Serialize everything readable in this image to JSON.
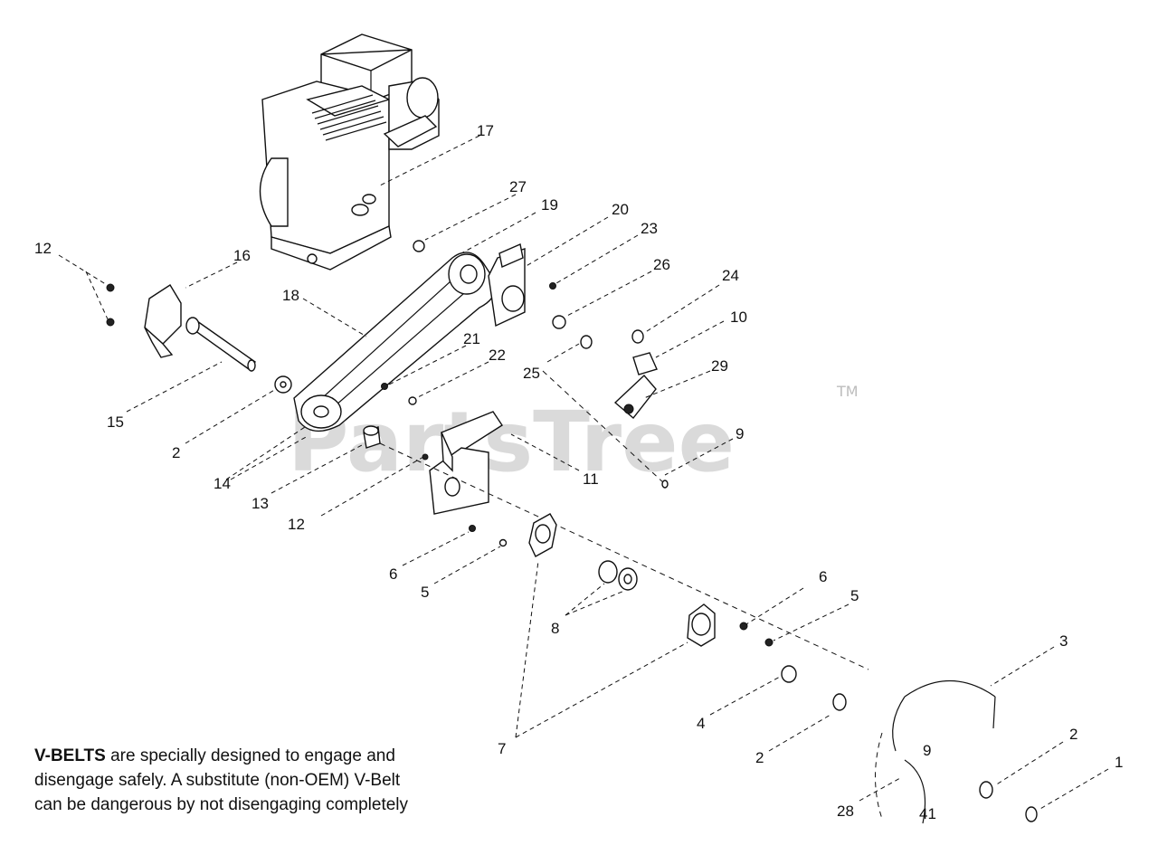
{
  "watermark": {
    "text": "PartsTree",
    "trademark": "TM"
  },
  "notice": {
    "bold": "V-BELTS",
    "line1": " are specially designed to engage and",
    "line2": "disengage safely. A substitute (non-OEM) V-Belt",
    "line3": "can be dangerous by not disengaging completely"
  },
  "callouts": [
    "17",
    "27",
    "19",
    "20",
    "23",
    "26",
    "24",
    "10",
    "29",
    "9",
    "11",
    "21",
    "22",
    "25",
    "18",
    "16",
    "12",
    "15",
    "2",
    "14",
    "13",
    "12",
    "6",
    "5",
    "8",
    "7",
    "6",
    "5",
    "4",
    "3",
    "2",
    "2",
    "28",
    "1"
  ]
}
